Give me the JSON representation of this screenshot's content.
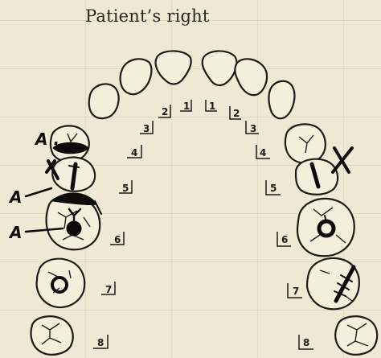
{
  "chart": {
    "title": "Patient’s right",
    "annotation_letter": "A",
    "annotation_letter_dot": "A ."
  },
  "teeth": {
    "upper": [
      {
        "id": "R1",
        "number": "1"
      },
      {
        "id": "R2",
        "number": "2"
      },
      {
        "id": "R3",
        "number": "3"
      },
      {
        "id": "R4",
        "number": "4"
      },
      {
        "id": "R5",
        "number": "5"
      },
      {
        "id": "R6",
        "number": "6"
      },
      {
        "id": "R7",
        "number": "7"
      },
      {
        "id": "R8",
        "number": "8"
      },
      {
        "id": "L1",
        "number": "1"
      },
      {
        "id": "L2",
        "number": "2"
      },
      {
        "id": "L3",
        "number": "3"
      },
      {
        "id": "L4",
        "number": "4"
      },
      {
        "id": "L5",
        "number": "5"
      },
      {
        "id": "L6",
        "number": "6"
      },
      {
        "id": "L7",
        "number": "7"
      },
      {
        "id": "L8",
        "number": "8"
      }
    ]
  },
  "colors": {
    "paper": "#efe8d4",
    "ink": "#1e1b18",
    "pen": "#0d0c0b"
  }
}
